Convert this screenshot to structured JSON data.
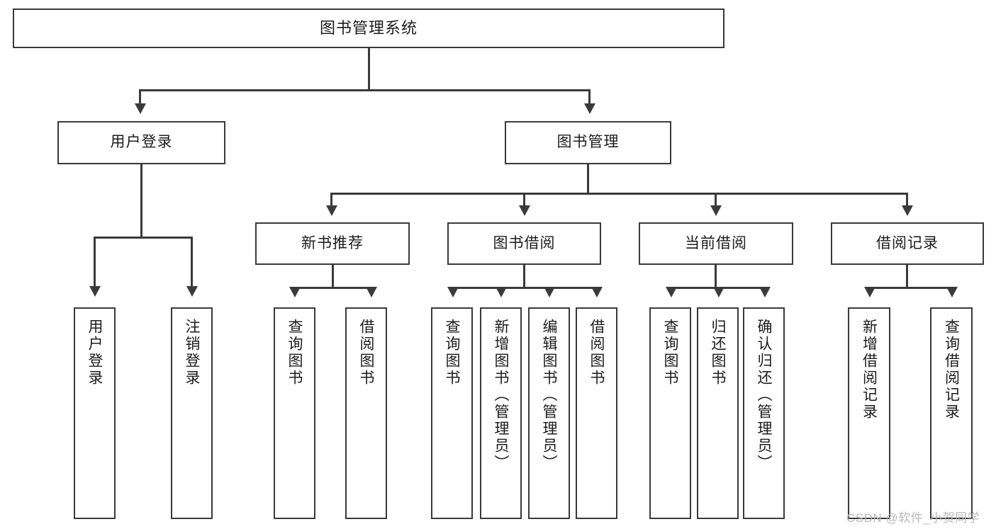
{
  "diagram": {
    "type": "tree-hierarchy",
    "title": "图书管理系统",
    "root": {
      "label": "图书管理系统"
    },
    "level1": [
      {
        "label": "用户登录"
      },
      {
        "label": "图书管理"
      }
    ],
    "level2": [
      {
        "label": "新书推荐"
      },
      {
        "label": "图书借阅"
      },
      {
        "label": "当前借阅"
      },
      {
        "label": "借阅记录"
      }
    ],
    "leaves": {
      "user_login": [
        {
          "label": "用户登录"
        },
        {
          "label": "注销登录"
        }
      ],
      "new_book_recommend": [
        {
          "label": "查询图书"
        },
        {
          "label": "借阅图书"
        }
      ],
      "book_borrow": [
        {
          "label": "查询图书"
        },
        {
          "label": "新增图书（管理员）"
        },
        {
          "label": "编辑图书（管理员）"
        },
        {
          "label": "借阅图书"
        }
      ],
      "current_borrow": [
        {
          "label": "查询图书"
        },
        {
          "label": "归还图书"
        },
        {
          "label": "确认归还（管理员）"
        }
      ],
      "borrow_record": [
        {
          "label": "新增借阅记录"
        },
        {
          "label": "查询借阅记录"
        }
      ]
    }
  },
  "watermark": {
    "text": "CSDN @软件_小贺同学"
  },
  "colors": {
    "stroke": "#3a3a3a",
    "text": "#1c1c1c",
    "background": "#ffffff",
    "watermark": "#b9b9b9"
  }
}
